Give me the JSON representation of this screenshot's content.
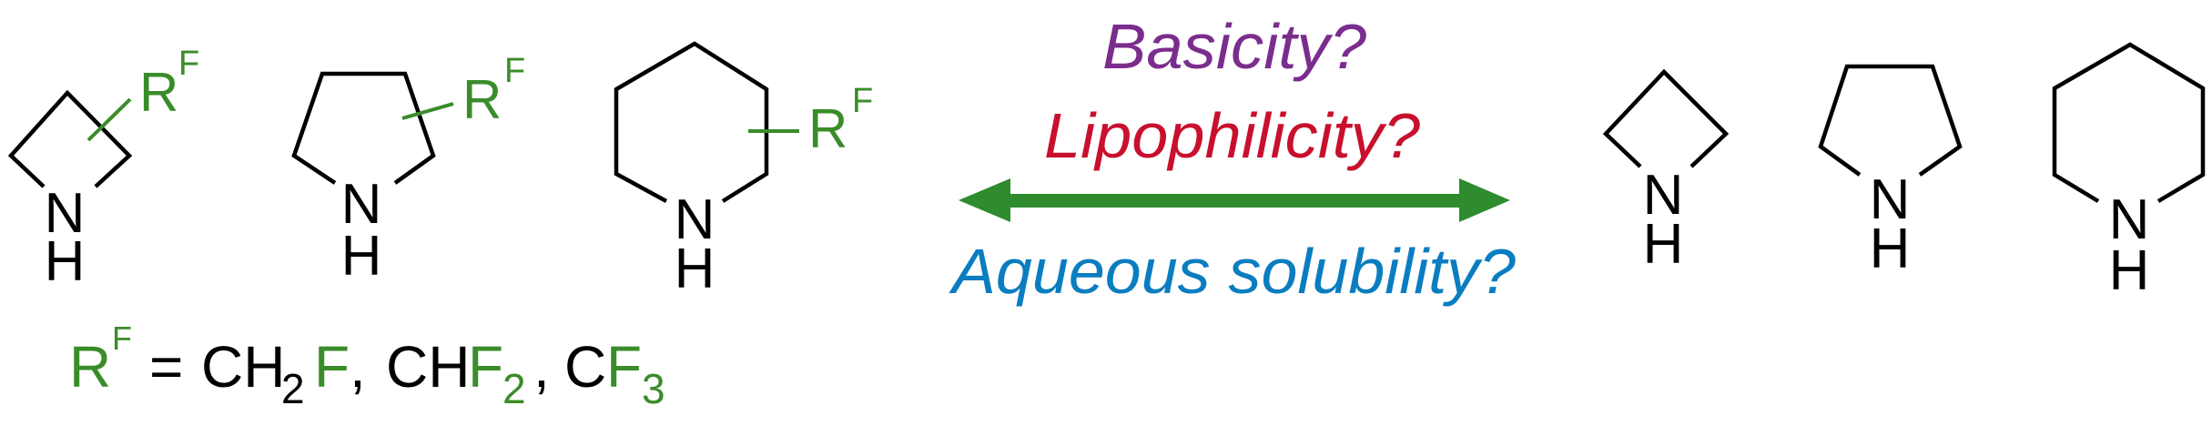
{
  "colors": {
    "basicity": "#7b2d8e",
    "lipophilicity": "#c8102e",
    "solubility": "#0a7dc0",
    "arrow": "#2e8b2e",
    "substituent": "#3a8c2a"
  },
  "atoms": {
    "n": "N",
    "h": "H"
  },
  "substituent_label": {
    "r": "R",
    "sup": "F"
  },
  "questions": {
    "basicity": "Basicity?",
    "lipophilicity": "Lipophilicity?",
    "solubility": "Aqueous solubility?"
  },
  "definition": {
    "r": "R",
    "sup": "F",
    "equals": "=",
    "ch2f_c": "CH",
    "ch2f_sub": "2",
    "ch2f_f": "F",
    "comma1": ",",
    "chf2_c": "CH",
    "chf2_f": "F",
    "chf2_sub": "2",
    "comma2": ",",
    "cf3_c": "C",
    "cf3_f": "F",
    "cf3_sub": "3"
  }
}
